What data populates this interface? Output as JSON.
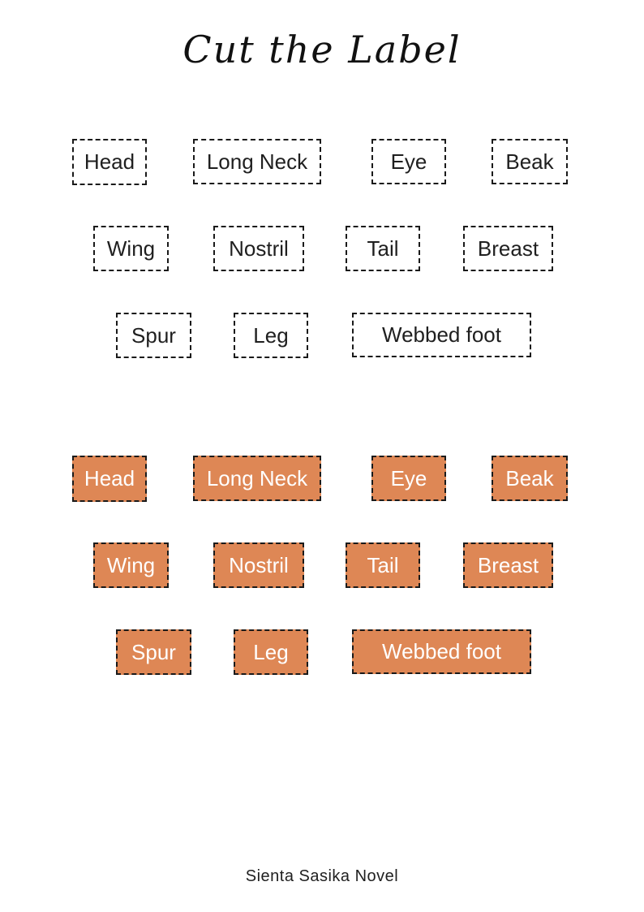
{
  "title": "Cut the Label",
  "footer": "Sienta Sasika Novel",
  "label_rows": [
    [
      "Head",
      "Long Neck",
      "Eye",
      "Beak"
    ],
    [
      "Wing",
      "Nostril",
      "Tail",
      "Breast"
    ],
    [
      "Spur",
      "Leg",
      "Webbed foot"
    ]
  ],
  "colors": {
    "label_fill": "#DE8755",
    "label_text_filled": "#FFFFFF",
    "outline_color": "#1A1A1A",
    "text_color": "#1F1F1F",
    "page_bg": "#FFFFFF"
  }
}
